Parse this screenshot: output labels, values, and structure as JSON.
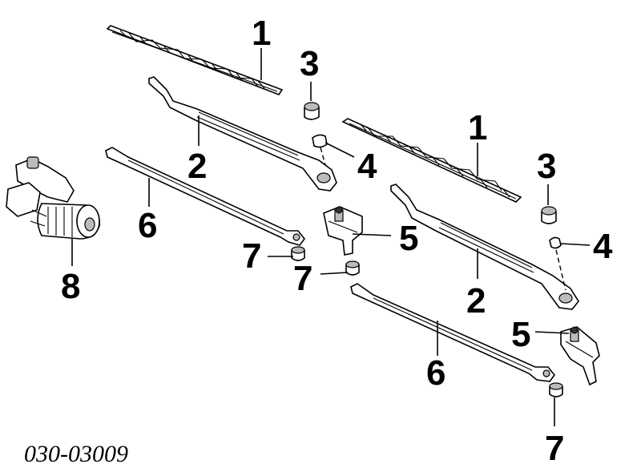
{
  "diagram": {
    "part_number": "030-03009",
    "callouts": {
      "blade_left": "1",
      "blade_right": "1",
      "arm_left": "2",
      "arm_right": "2",
      "cap_left": "3",
      "cap_right": "3",
      "nut_left": "4",
      "nut_right": "4",
      "pivot_left": "5",
      "pivot_right": "5",
      "link_left": "6",
      "link_right": "6",
      "bushing_a": "7",
      "bushing_b": "7",
      "bushing_c": "7",
      "motor": "8"
    }
  }
}
